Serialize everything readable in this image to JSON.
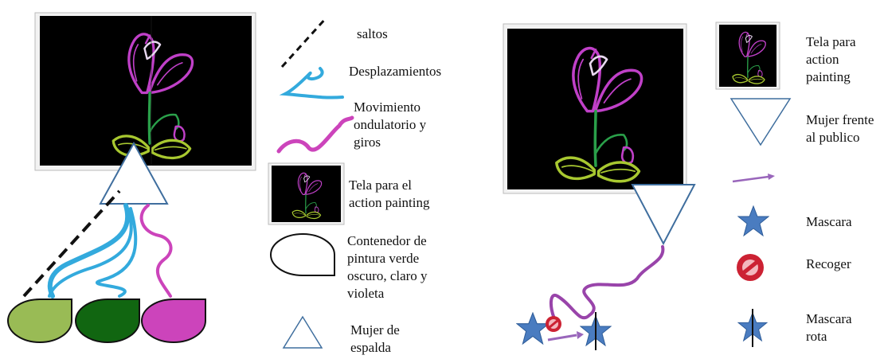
{
  "legend_left": {
    "jumps": "saltos",
    "displacements": "Desplazamientos",
    "wave_turns": "Movimiento\nondulatorio y\ngiros",
    "canvas": "Tela para el\naction painting",
    "paint_container": "Contenedor de\npintura verde\noscuro, claro y\nvioleta",
    "woman_back": "Mujer de\nespalda"
  },
  "legend_right": {
    "canvas": "Tela para\naction\npainting",
    "woman_front": "Mujer frente\nal publico",
    "mask": "Mascara",
    "pickup": "Recoger",
    "broken_mask": "Mascara\nrota"
  },
  "colors": {
    "light_green": "#99bb55",
    "dark_green": "#116611",
    "violet": "#cc44bb",
    "cyan_path": "#33aadd",
    "purple_path": "#9944aa",
    "star_blue": "#4a7cc0",
    "triangle_stroke": "#3f6e9e",
    "recoger_red": "#cc2233",
    "arrow_purple": "#9966bb"
  }
}
